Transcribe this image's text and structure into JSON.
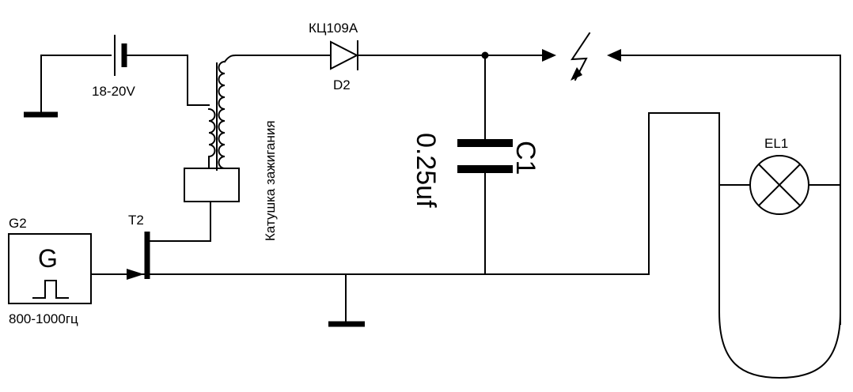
{
  "labels": {
    "battery_voltage": "18-20V",
    "diode_model": "КЦ109А",
    "diode_ref": "D2",
    "coil_name": "Катушка зажигания",
    "capacitor_ref": "C1",
    "capacitor_value": "0.25uf",
    "lamp_ref": "EL1",
    "generator_ref": "G2",
    "generator_symbol": "G",
    "generator_freq": "800-1000гц",
    "transistor_ref": "T2"
  },
  "icons": [
    "battery-icon",
    "transformer-icon",
    "diode-icon",
    "spark-gap-icon",
    "capacitor-icon",
    "lamp-icon",
    "generator-icon",
    "pulse-icon",
    "transistor-icon",
    "ground-icon"
  ],
  "colors": {
    "ink": "#000000",
    "background": "#ffffff"
  }
}
